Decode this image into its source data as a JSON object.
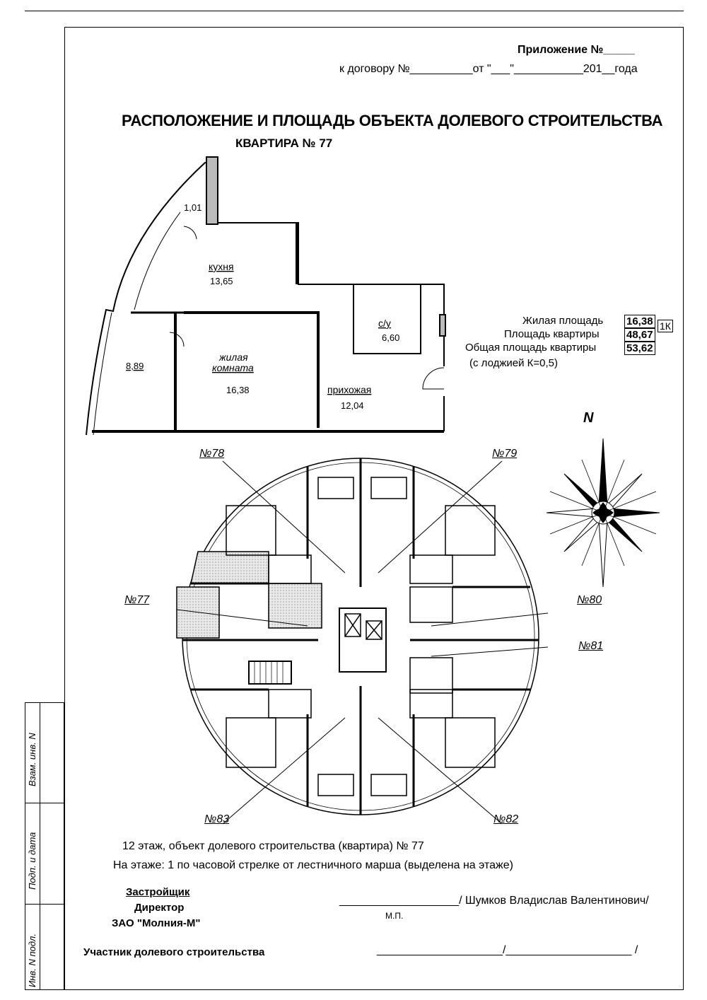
{
  "header": {
    "appendix": "Приложение №_____",
    "contract": "к договору №__________от \"___\"___________201__года"
  },
  "title": {
    "main": "РАСПОЛОЖЕНИЕ И ПЛОЩАДЬ ОБЪЕКТА ДОЛЕВОГО СТРОИТЕЛЬСТВА",
    "apartment": "КВАРТИРА № 77"
  },
  "plan": {
    "rooms": [
      {
        "name": "",
        "area": "1,01"
      },
      {
        "name": "кухня",
        "area": "13,65"
      },
      {
        "name": "с/у",
        "area": "6,60"
      },
      {
        "name": "",
        "area": "8,89"
      },
      {
        "name": "жилая комната",
        "area": "16,38"
      },
      {
        "name": "прихожая",
        "area": "12,04"
      }
    ],
    "room_labels": {
      "kitchen": "кухня",
      "bath": "с/у",
      "living_1": "жилая",
      "living_2": "комната",
      "hall": "прихожая"
    },
    "room_areas": {
      "balcony_small": "1,01",
      "kitchen": "13,65",
      "bath": "6,60",
      "loggia": "8,89",
      "living": "16,38",
      "hall": "12,04"
    }
  },
  "areas": {
    "living_label": "Жилая площадь",
    "living_value": "16,38",
    "rooms_badge": "1К",
    "apartment_label": "Площадь квартиры",
    "apartment_value": "48,67",
    "total_label": "Общая площадь квартиры",
    "total_value": "53,62",
    "note": "(с лоджией К=0,5)"
  },
  "compass": {
    "north": "N"
  },
  "floor_plan": {
    "apartments": [
      "№77",
      "№78",
      "№79",
      "№80",
      "№81",
      "№82",
      "№83"
    ],
    "labels": {
      "a77": "№77",
      "a78": "№78",
      "a79": "№79",
      "a80": "№80",
      "a81": "№81",
      "a82": "№82",
      "a83": "№83"
    }
  },
  "floor_info": {
    "line1": "12 этаж, объект долевого строительства (квартира) № 77",
    "line2": "На этаже:  1 по часовой стрелке от лестничного марша (выделена на этаже)"
  },
  "signatures": {
    "developer_title": "Застройщик",
    "developer_role": "Директор",
    "developer_company": "ЗАО \"Молния-М\"",
    "developer_sign": "___________________/ Шумков Владислав Валентинович/",
    "stamp": "М.П.",
    "participant_label": "Участник долевого строительства",
    "participant_sign": "____________________/____________________  /"
  },
  "side_stamp": {
    "vzam": "Взам. инв. N",
    "podp": "Подп. и дата",
    "inv": "Инв. N подл."
  }
}
